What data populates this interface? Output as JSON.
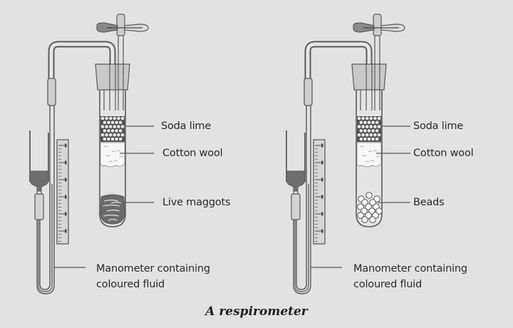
{
  "title": "A respirometer",
  "apparatus": [
    {
      "id": "experimental",
      "labels": {
        "soda_lime": "Soda lime",
        "cotton_wool": "Cotton wool",
        "contents": "Live maggots",
        "manometer": "Manometer containing",
        "manometer_line2": "coloured fluid"
      },
      "contents_type": "live-maggots"
    },
    {
      "id": "control",
      "labels": {
        "soda_lime": "Soda lime",
        "cotton_wool": "Cotton wool",
        "contents": "Beads",
        "manometer": "Manometer containing",
        "manometer_line2": "coloured fluid"
      },
      "contents_type": "glass-beads"
    }
  ],
  "colors": {
    "background": "#e2e2e2",
    "outline": "#5a5a5a",
    "fluid": "#6e6e6e",
    "scale": "#d6d6d6"
  }
}
